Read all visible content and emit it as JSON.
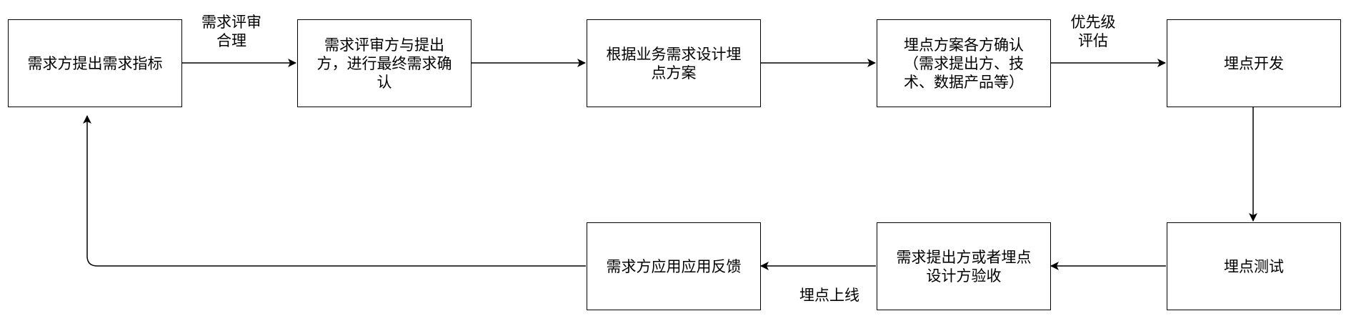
{
  "nodes": {
    "n1": "需求方提出需求指标",
    "n2": "需求评审方与提出\n方，进行最终需求确\n认",
    "n3": "根据业务需求设计埋\n点方案",
    "n4": "埋点方案各方确认\n（需求提出方、技\n术、数据产品等）",
    "n5": "埋点开发",
    "n6": "埋点测试",
    "n7": "需求提出方或者埋点\n设计方验收",
    "n8": "需求方应用应用反馈"
  },
  "edges": {
    "e1_label": "需求评审\n合理",
    "e4_label": "优先级\n评估",
    "e7_label": "埋点上线"
  }
}
